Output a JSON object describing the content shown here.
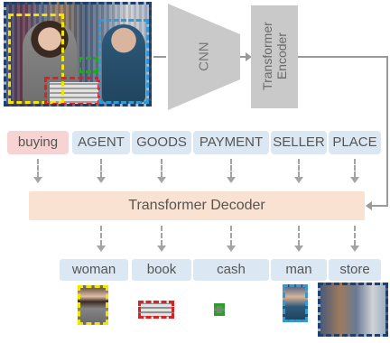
{
  "diagram": {
    "cnn_label": "CNN",
    "encoder_label_line1": "Transformer",
    "encoder_label_line2": "Encoder",
    "decoder_label": "Transformer Decoder",
    "verb_role": "buying",
    "roles": [
      "AGENT",
      "GOODS",
      "PAYMENT",
      "SELLER",
      "PLACE"
    ],
    "entities": [
      "woman",
      "book",
      "cash",
      "man",
      "store"
    ],
    "colors": {
      "role_bg": "#dbe7f3",
      "verb_bg": "#f8d3d3",
      "decoder_bg": "#f9e2d1",
      "box_woman": "#f2e600",
      "box_book": "#e02020",
      "box_cash": "#2aa02a",
      "box_man": "#2f9bd6",
      "box_store": "#1f3f6e"
    }
  }
}
